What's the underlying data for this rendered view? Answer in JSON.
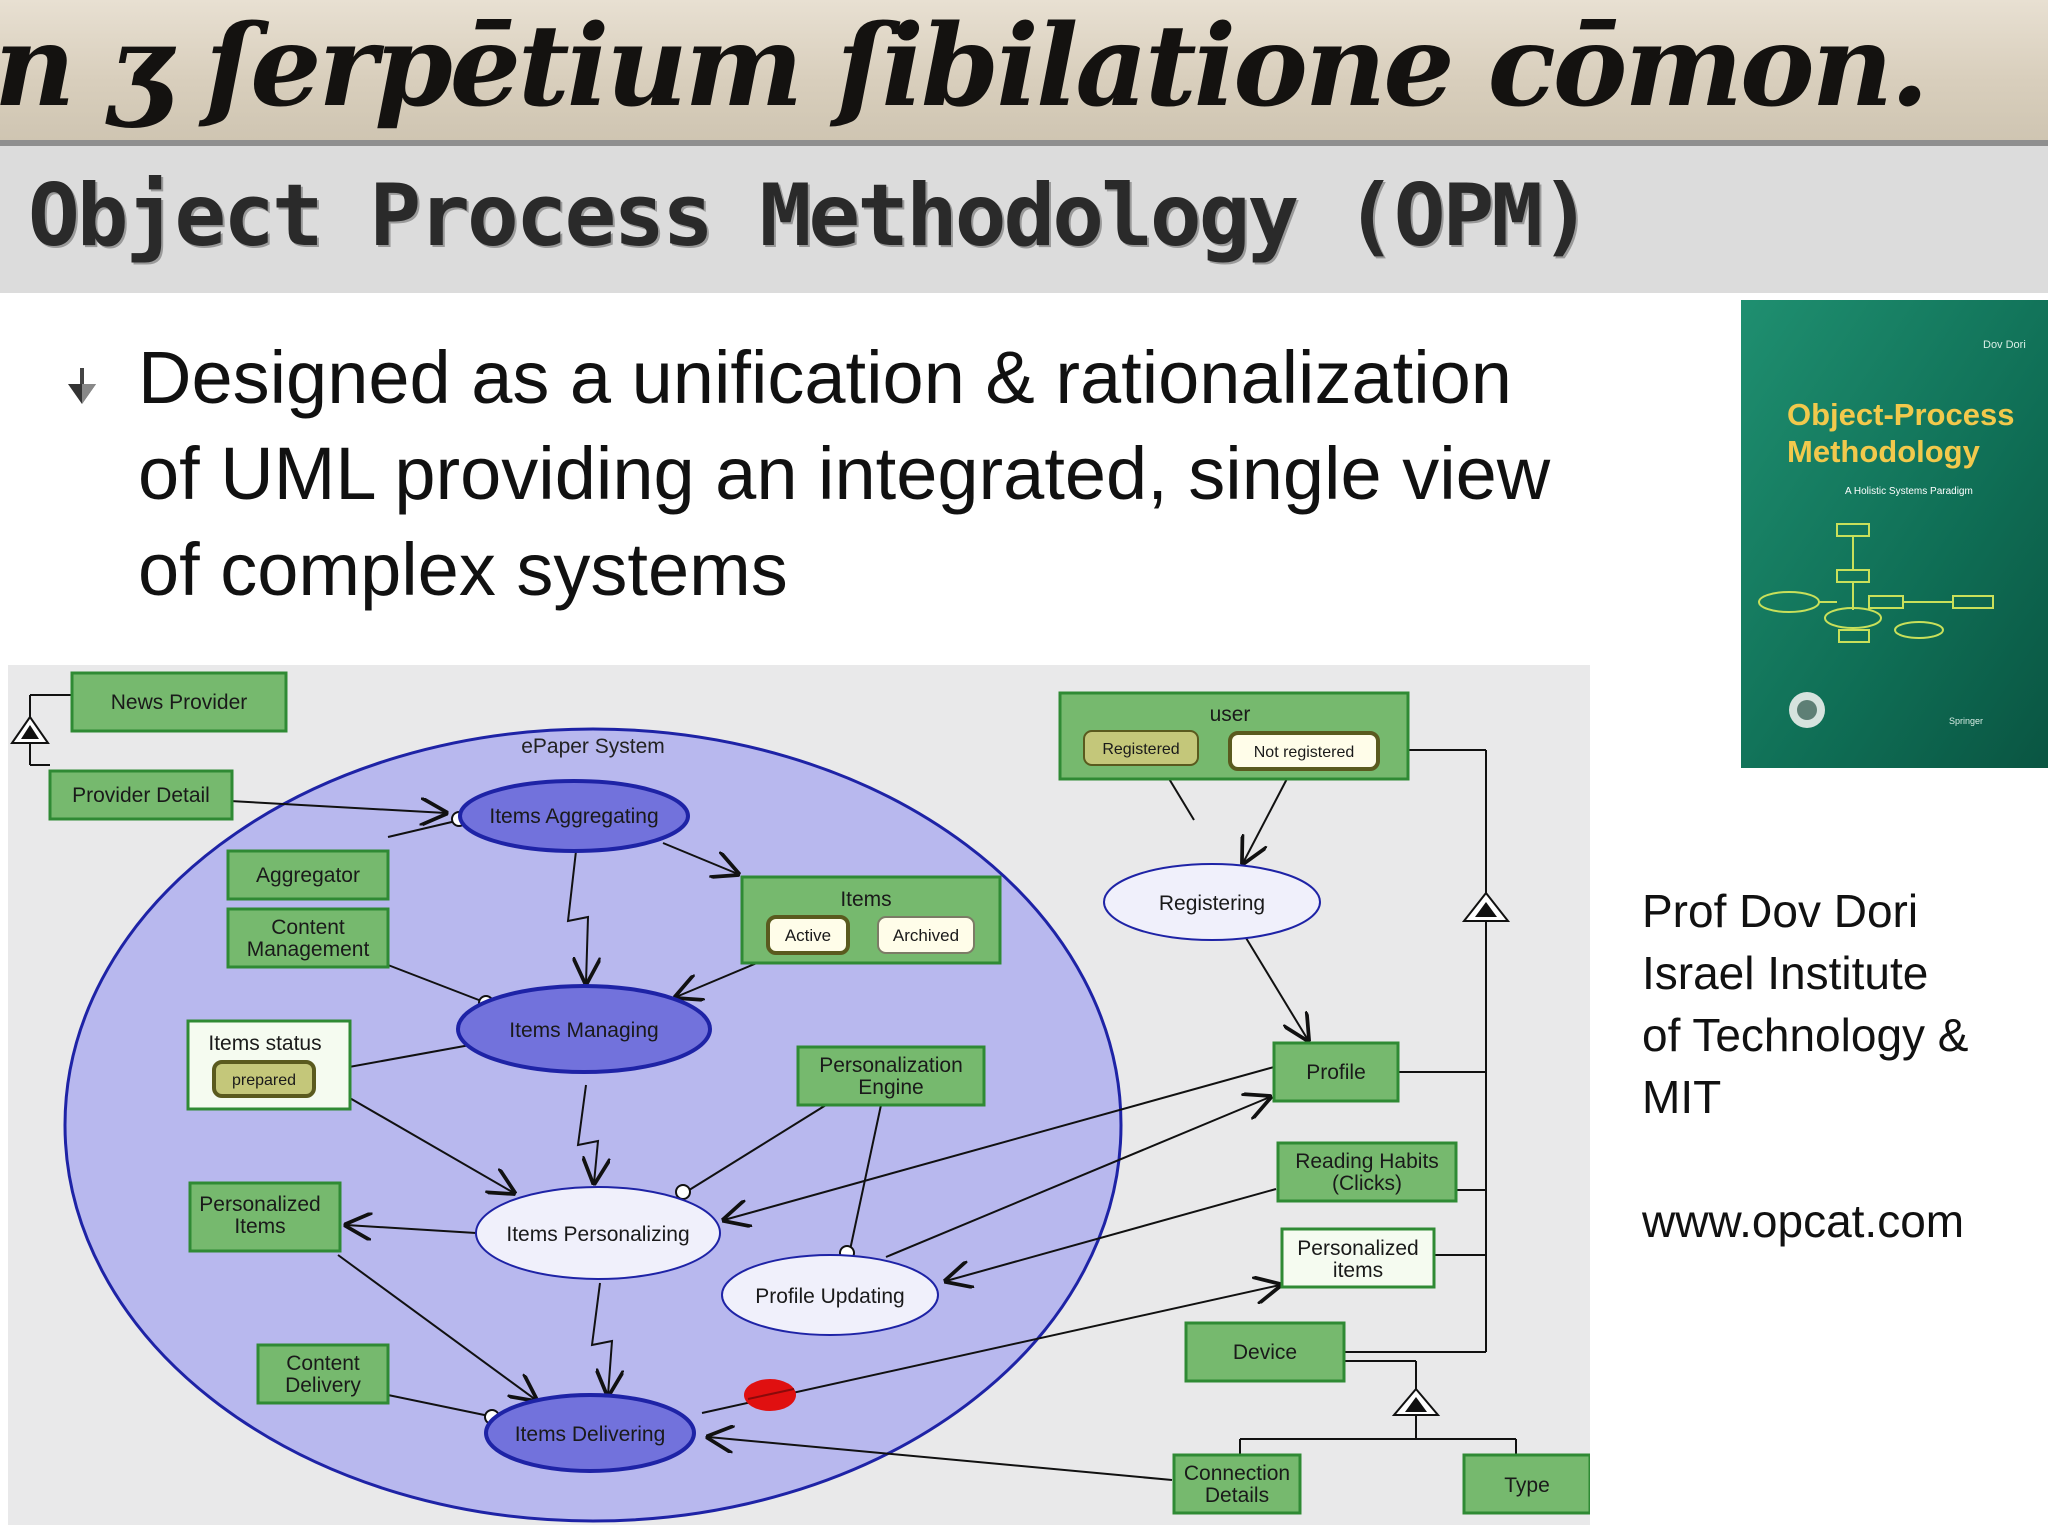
{
  "banner": {
    "text": "n ʒ ſerpētium ſibilatione cōmon."
  },
  "slide": {
    "title": "Object Process Methodology (OPM)",
    "bullet_icon": "arrow-down-bullet-icon",
    "bullet_lines": [
      "Designed as a unification & rationalization",
      "of UML providing an integrated, single view",
      "of complex systems"
    ],
    "author_lines": [
      "Prof Dov Dori",
      "Israel  Institute",
      "of Technology &",
      "MIT",
      "",
      "www.opcat.com"
    ]
  },
  "book": {
    "author": "Dov Dori",
    "title_lines": [
      "Object-Process",
      "Methodology"
    ],
    "subtitle": "A Holistic Systems Paradigm",
    "publisher": "Springer",
    "colors": {
      "cover": "#0f6e55",
      "title": "#f2c94c"
    }
  },
  "diagram": {
    "colors": {
      "background": "#e9e9ea",
      "object_fill": "#76b96e",
      "object_border": "#2f8a34",
      "state_fill": "#fffde9",
      "system": "#b8b8ee",
      "process_dark": "#7272dc",
      "process_light": "#f0f0fb",
      "process_border": "#1e23a6",
      "marker": "#e01010"
    },
    "system_label": "ePaper System",
    "objects": {
      "news_provider": "News Provider",
      "provider_detail": "Provider Detail",
      "aggregator": "Aggregator",
      "content_management": [
        "Content",
        "Management"
      ],
      "items_status": "Items status",
      "personalized_items_inner": [
        "Personalized",
        "Items"
      ],
      "content_delivery": [
        "Content",
        "Delivery"
      ],
      "items": "Items",
      "personalization_engine": [
        "Personalization",
        "Engine"
      ],
      "user": "user",
      "profile": "Profile",
      "reading_habits": [
        "Reading Habits",
        "(Clicks)"
      ],
      "personalized_items_outer": [
        "Personalized",
        "items"
      ],
      "device": "Device",
      "connection_details": [
        "Connection",
        "Details"
      ],
      "type": "Type"
    },
    "states": {
      "prepared": "prepared",
      "active": "Active",
      "archived": "Archived",
      "registered": "Registered",
      "not_registered": "Not registered"
    },
    "processes": {
      "items_aggregating": "Items Aggregating",
      "items_managing": "Items Managing",
      "items_personalizing": "Items Personalizing",
      "items_delivering": "Items Delivering",
      "profile_updating": "Profile Updating",
      "registering": "Registering"
    }
  }
}
